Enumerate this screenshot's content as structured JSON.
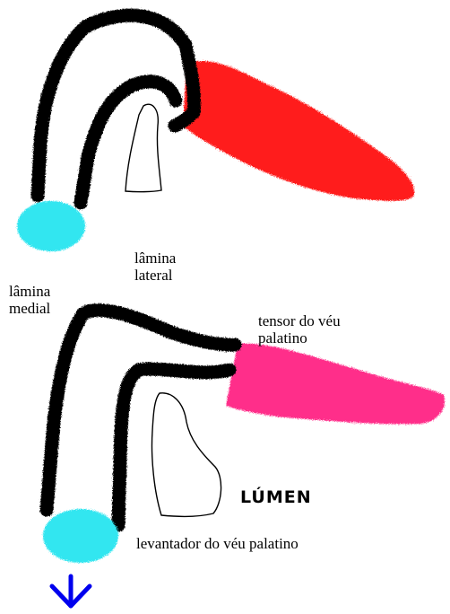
{
  "labels": {
    "lamina_lateral": [
      "lâmina",
      "lateral"
    ],
    "lamina_medial": [
      "lâmina",
      "medial"
    ],
    "tensor": [
      "tensor do véu",
      "palatino"
    ],
    "lumen": "LÚMEN",
    "levantador": "levantador do véu palatino"
  },
  "colors": {
    "cartilage_outline": "#000000",
    "tensor_top": "#ff1a1a",
    "tensor_bottom": "#ff2d8a",
    "levantador": "#33e6f0",
    "arrow": "#0000ee"
  },
  "icons": {
    "direction": "arrow-down-icon"
  }
}
